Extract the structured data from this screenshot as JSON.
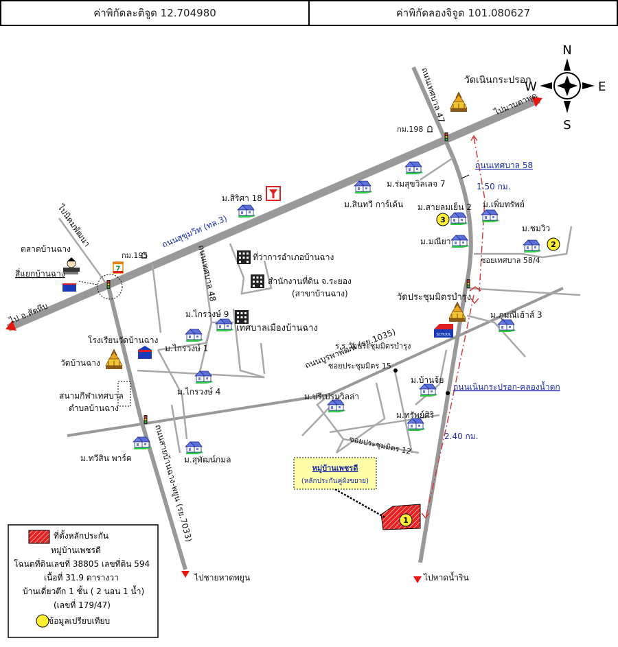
{
  "header": {
    "latitude": "ค่าพิกัดละติจูด 12.704980",
    "longitude": "ค่าพิกัดลองจิจูด 101.080627"
  },
  "compass": {
    "n": "N",
    "s": "S",
    "e": "E",
    "w": "W"
  },
  "labels": {
    "wat_noen_krapok": "วัดเนินกระปรอก",
    "to_map_ta_phut": "ไปมาบตาพุด",
    "thesaban_47": "ถนนเทศบาล 47",
    "km198": "กม.198",
    "thesaban_58": "ถนนเทศบาล 58",
    "dist_150": "1.50 กม.",
    "ruam_suk": "ม.ร่มสุขวิลเลจ 7",
    "sintawee": "ม.สินทวี การ์เด้น",
    "sirisa": "ม.สิริศา 18",
    "sailom": "ม.สายลมเย็น 2",
    "permsap": "ม.เพิ่มทรัพย์",
    "chomwiw": "ม.ชมวิว",
    "maneeya": "ม.มณียา",
    "soi_58_4": "ซอยเทศบาล 58/4",
    "talad": "ตลาดบ้านฉาง",
    "sriyaek": "สี่แยกบ้านฉาง",
    "to_nikom": "ไปนิคมพัฒนา",
    "km195": "กม.195",
    "sukhumvit": "ถนนสุขุมวิท (ทล.3)",
    "thesaban_48": "ถนนเทศบาล 48",
    "amphoe": "ที่ว่าการอำเภอบ้านฉาง",
    "land_office": "สำนักงานที่ดิน จ.ระยอง",
    "land_office_branch": "(สาขาบ้านฉาง)",
    "to_sattahip": "ไป อ.สัตหีบ",
    "wat_prachum": "วัดประชุมมิตรบำรุง",
    "phumanee": "ม.ภูมณีเฮ้าส์ 3",
    "kraiwong9": "ม.ไกรวงษ์ 9",
    "thesaban_office": "เทศบาลเมืองบ้านฉาง",
    "school_wat": "โรงเรียนวัดบ้านฉาง",
    "kraiwong1": "ม.ไกรวงษ์ 1",
    "burapha": "ถนนบูรพาพัฒน์ (รย.1035)",
    "school_prachum": "ร.ร.วัดประชุมมิตรบำรุง",
    "wat_banchang": "วัดบ้านฉาง",
    "soi15": "ซอยประชุมมิตร 15",
    "banchai": "ม.บ้านจ้ย",
    "noen_road": "ถนนเนินกระปรอก-คลองน้ำตก",
    "kraiwong4": "ม.ไกรวงษ์ 4",
    "stadium": "สนามกีฬาเทศบาล",
    "stadium2": "ตำบลบ้านฉาง",
    "preeprem": "ม.ปรีเปรมวิลล่า",
    "supsiri": "ม.ทรัพย์ศิริ",
    "dist_240": "2.40 กม.",
    "thawee": "ม.ทวีสิน พาร์ค",
    "supat": "ม.สุพัฒน์กมล",
    "soi12": "ซอยประชุมมิตร 12",
    "phayoon_road": "ถนนสายบ้านฉาง-พยูน (รย.7033)",
    "callout_title": "หมู่บ้านเพชรดี",
    "callout_sub": "(หลักประกันคู่ผังขยาย)",
    "to_phayoon": "ไปชายหาดพยูน",
    "to_nam_rin": "ไปหาดน้ำริน",
    "seven": "7",
    "marker1": "1",
    "marker2": "2",
    "marker3": "3",
    "school_sign": "SCHOOL"
  },
  "legend": {
    "site": "ที่ตั้งหลักประกัน",
    "village": "หมู่บ้านเพชรดี",
    "deed": "โฉนดที่ดินเลขที่ 38805 เลขที่ดิน 594",
    "area": "เนื้อที่ 31.9 ตารางวา",
    "house": "บ้านเดี่ยวตึก 1 ชั้น ( 2 นอน 1 น้ำ)",
    "number": "(เลขที่ 179/47)",
    "compare": "ข้อมูลเปรียบเทียบ"
  },
  "colors": {
    "road": "#999999",
    "minor_road": "#a8a8a8",
    "arrow": "#e8160f",
    "dash": "#d23b3b",
    "label_blue": "#1a2aa8",
    "marker": "#ffee33",
    "callout": "#ffffaa",
    "house_roof": "#5b6fd8",
    "house_lawn": "#33cc44"
  }
}
